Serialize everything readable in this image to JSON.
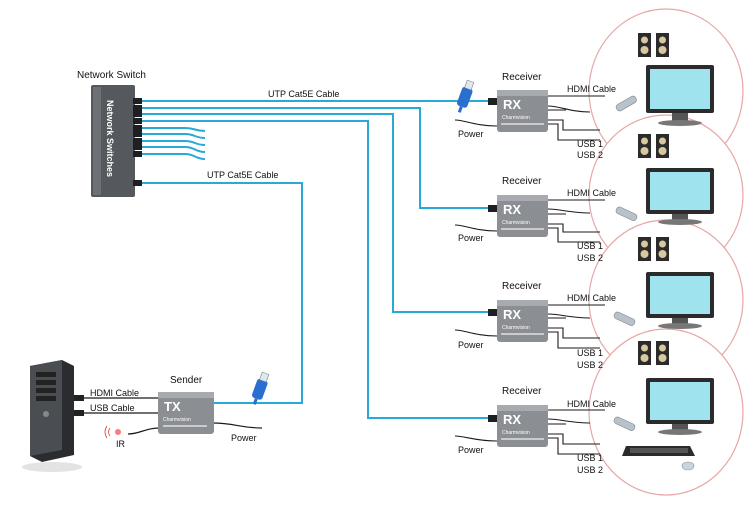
{
  "network_switch": {
    "title": "Network Switch",
    "vertical_label": "Network Switches"
  },
  "cables": {
    "top_label": "UTP Cat5E Cable",
    "mid_label": "UTP Cat5E Cable"
  },
  "sender": {
    "title": "Sender",
    "device_label": "TX",
    "brand": "Charmvision",
    "hdmi_label": "HDMI Cable",
    "usb_label": "USB Cable",
    "ir_label": "IR",
    "power_label": "Power"
  },
  "receivers": [
    {
      "title": "Receiver",
      "device_label": "RX",
      "brand": "Charmvision",
      "hdmi_label": "HDMI Cable",
      "usb1": "USB 1",
      "usb2": "USB 2",
      "power_label": "Power"
    },
    {
      "title": "Receiver",
      "device_label": "RX",
      "brand": "Charmvision",
      "hdmi_label": "HDMI Cable",
      "usb1": "USB 1",
      "usb2": "USB 2",
      "power_label": "Power"
    },
    {
      "title": "Receiver",
      "device_label": "RX",
      "brand": "Charmvision",
      "hdmi_label": "HDMI Cable",
      "usb1": "USB 1",
      "usb2": "USB 2",
      "power_label": "Power"
    },
    {
      "title": "Receiver",
      "device_label": "RX",
      "brand": "Charmvision",
      "hdmi_label": "HDMI Cable",
      "usb1": "USB 1",
      "usb2": "USB 2",
      "power_label": "Power"
    }
  ],
  "colors": {
    "cable": "#29a9d6",
    "device_body": "#8b8e92",
    "switch_body": "#5a5d61",
    "circle_stroke": "#e7a6a6",
    "screen": "#9fe3ee"
  }
}
